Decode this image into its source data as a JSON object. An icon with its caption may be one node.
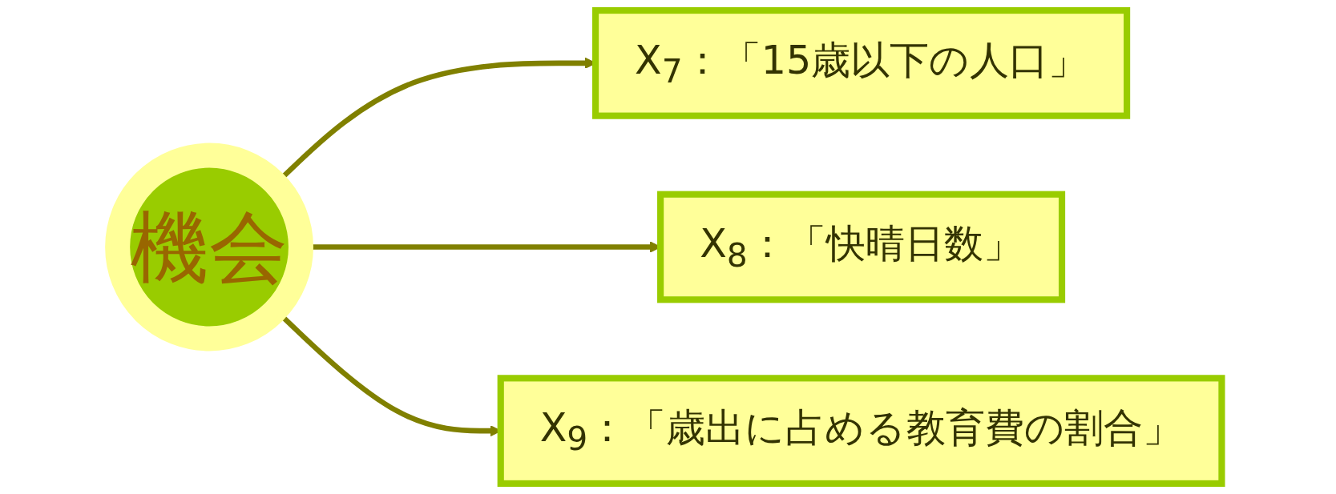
{
  "diagram": {
    "nodes": [
      {
        "text": [
          "機会"
        ]
      },
      {
        "text": [
          "X$_{7}$：「15歳以下の人口」"
        ]
      },
      {
        "text": [
          "X$_{8}$：「快晴日数」"
        ]
      },
      {
        "text": [
          "X$_{9}$：「歳出に占める教育費の割合」"
        ]
      }
    ],
    "edges": [
      {
        "from": 0,
        "to": 1,
        "arrow": "to"
      },
      {
        "from": 0,
        "to": 2,
        "arrow": "to"
      },
      {
        "from": 0,
        "to": 3,
        "arrow": "to"
      }
    ]
  }
}
